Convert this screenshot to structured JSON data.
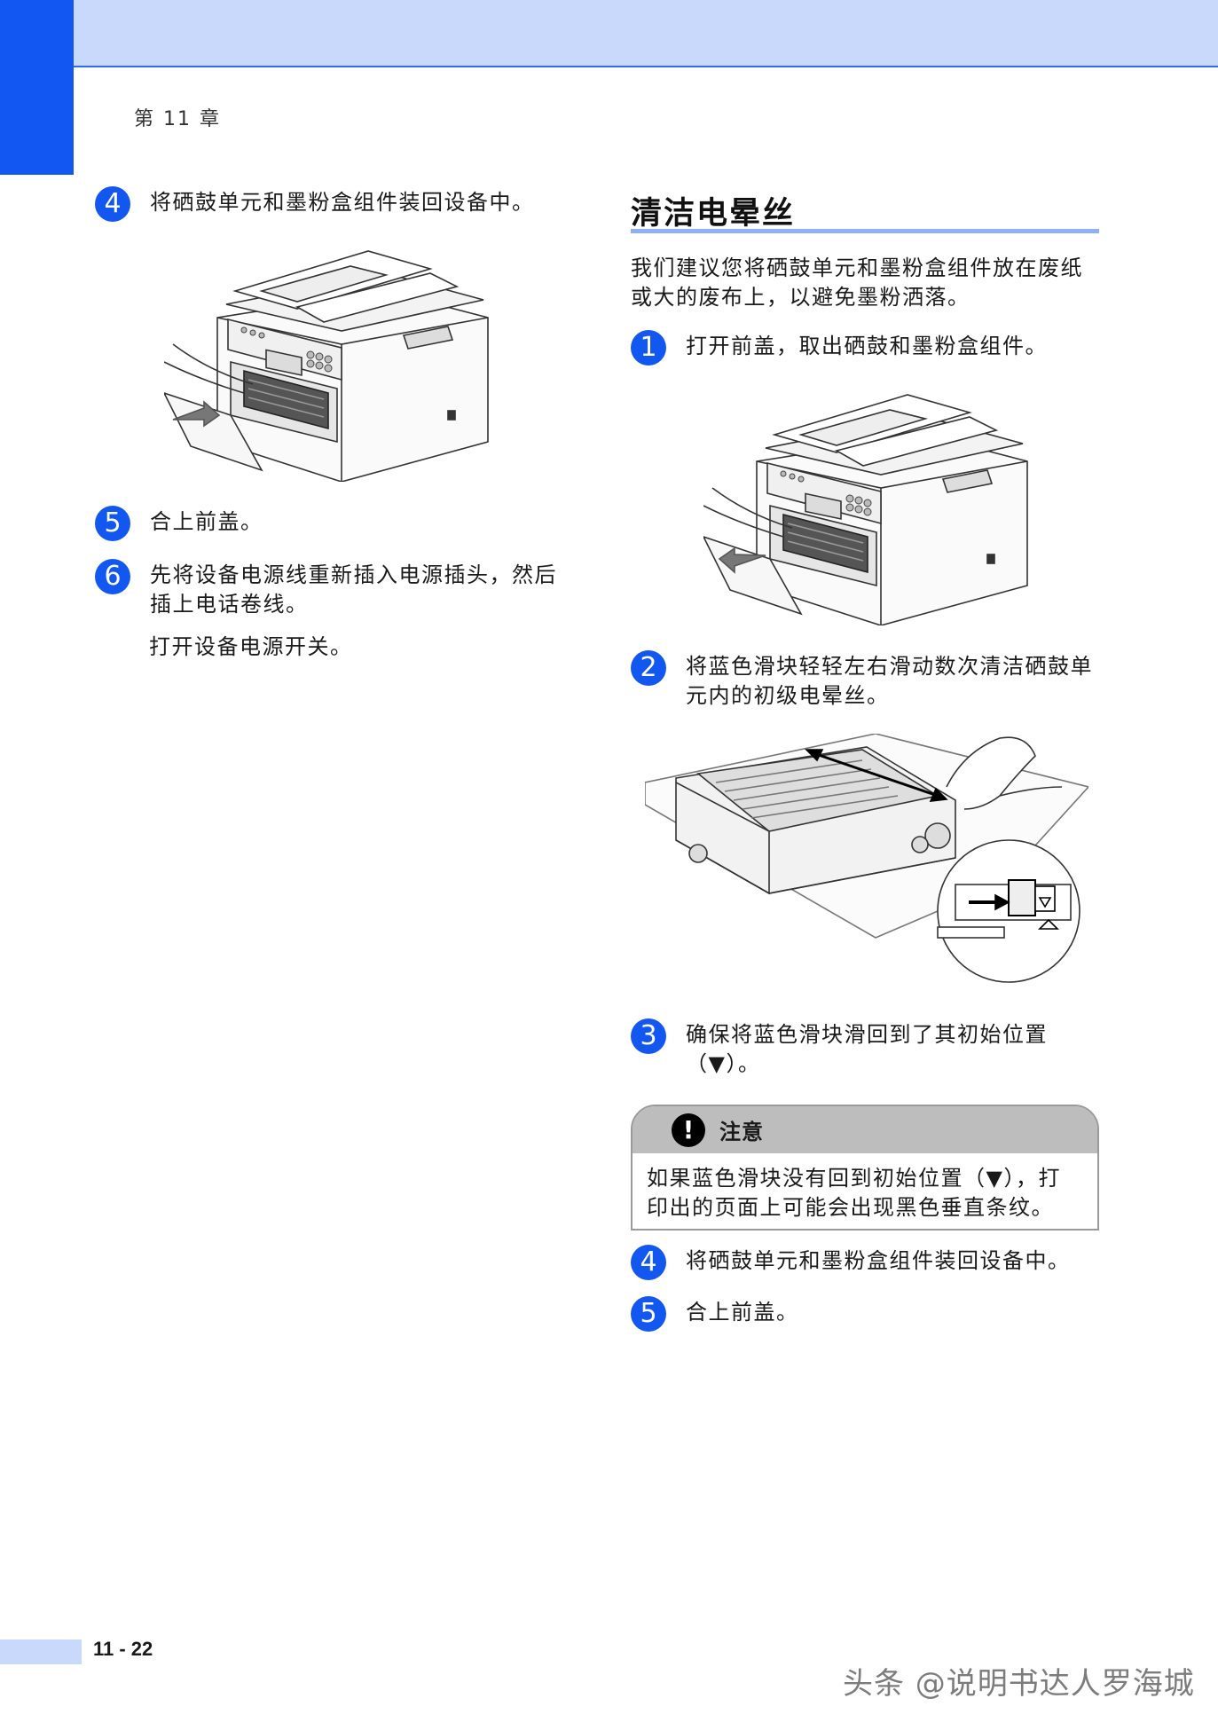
{
  "header": {
    "chapter": "第 11 章"
  },
  "left_column": {
    "steps": [
      {
        "num": "4",
        "text": "将硒鼓单元和墨粉盒组件装回设备中。"
      },
      {
        "num": "5",
        "text": "合上前盖。"
      },
      {
        "num": "6",
        "text": "先将设备电源线重新插入电源插头，然后插上电话卷线。"
      }
    ],
    "followup": "打开设备电源开关。"
  },
  "right_column": {
    "title": "清洁电晕丝",
    "intro": "我们建议您将硒鼓单元和墨粉盒组件放在废纸或大的废布上，以避免墨粉洒落。",
    "steps": [
      {
        "num": "1",
        "text": "打开前盖，取出硒鼓和墨粉盒组件。"
      },
      {
        "num": "2",
        "text": "将蓝色滑块轻轻左右滑动数次清洁硒鼓单元内的初级电晕丝。"
      },
      {
        "num": "3",
        "text": "确保将蓝色滑块滑回到了其初始位置（▼）。"
      },
      {
        "num": "4",
        "text": "将硒鼓单元和墨粉盒组件装回设备中。"
      },
      {
        "num": "5",
        "text": "合上前盖。"
      }
    ],
    "note": {
      "icon": "!",
      "title": "注意",
      "body": "如果蓝色滑块没有回到初始位置（▼），打印出的页面上可能会出现黑色垂直条纹。"
    }
  },
  "footer": {
    "page": "11 - 22",
    "watermark": "头条 @说明书达人罗海城"
  }
}
